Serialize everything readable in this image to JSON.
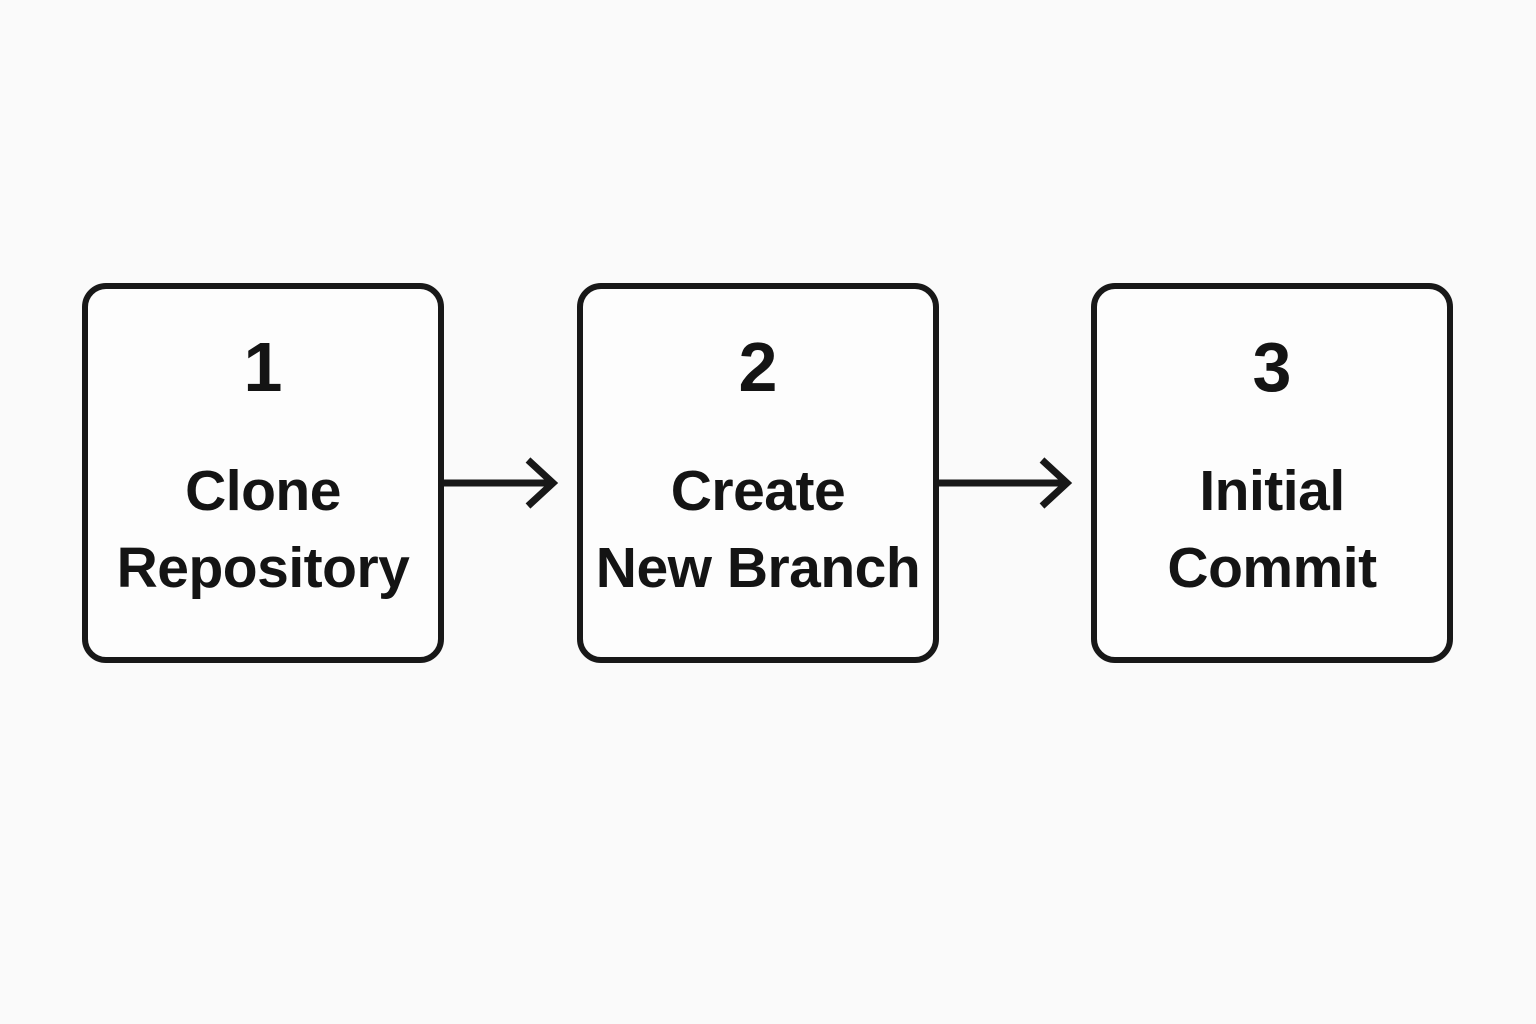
{
  "diagram": {
    "type": "flowchart",
    "direction": "left-to-right",
    "colors": {
      "background": "#fafafa",
      "box_fill": "#fdfdfd",
      "stroke": "#181818",
      "text": "#141414"
    },
    "steps": [
      {
        "number": "1",
        "label_line1": "Clone",
        "label_line2": "Repository"
      },
      {
        "number": "2",
        "label_line1": "Create",
        "label_line2": "New Branch"
      },
      {
        "number": "3",
        "label_line1": "Initial",
        "label_line2": "Commit"
      }
    ],
    "connectors": [
      {
        "from": "1",
        "to": "2",
        "style": "arrow-right"
      },
      {
        "from": "2",
        "to": "3",
        "style": "arrow-right"
      }
    ]
  }
}
